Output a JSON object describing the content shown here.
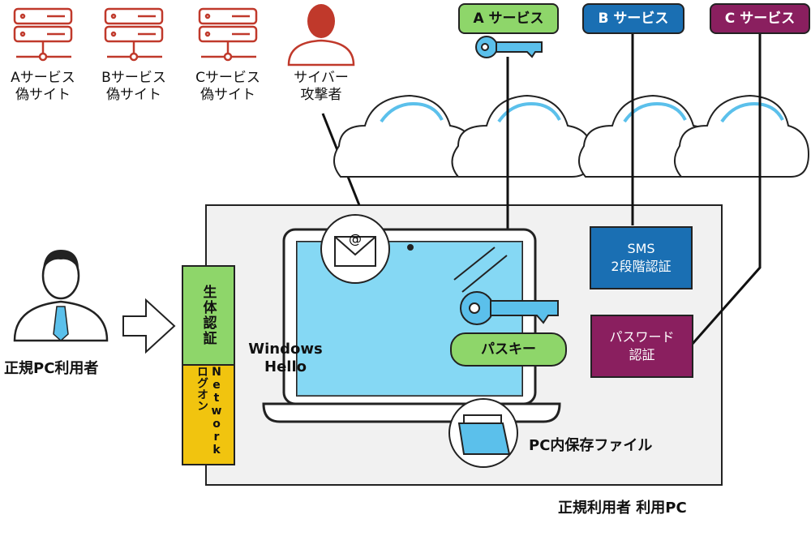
{
  "fake_sites": [
    {
      "label": "Aサービス\n偽サイト"
    },
    {
      "label": "Bサービス\n偽サイト"
    },
    {
      "label": "Cサービス\n偽サイト"
    }
  ],
  "attacker": {
    "label": "サイバー\n攻撃者"
  },
  "services": {
    "a": {
      "label": "A サービス",
      "color": "#8ed66a"
    },
    "b": {
      "label": "B サービス",
      "color": "#1a6fb3"
    },
    "c": {
      "label": "C サービス",
      "color": "#8a1f5f"
    }
  },
  "user": {
    "label": "正規PC利用者"
  },
  "auth": {
    "biometric": {
      "label": "生体認証",
      "color": "#8ed66a"
    },
    "network_logon": {
      "label": "Networkログオン",
      "color": "#f1c40f"
    }
  },
  "windows_hello": {
    "label": "Windows\nHello"
  },
  "passkey": {
    "label": "パスキー"
  },
  "sms": {
    "label": "SMS\n2段階認証"
  },
  "password": {
    "label": "パスワード\n認証"
  },
  "files": {
    "label": "PC内保存ファイル"
  },
  "pc": {
    "label": "正規利用者 利用PC"
  },
  "colors": {
    "threat": "#c0392b",
    "pc_bg": "#f1f1f1",
    "cloud_accent": "#5bc0eb"
  }
}
